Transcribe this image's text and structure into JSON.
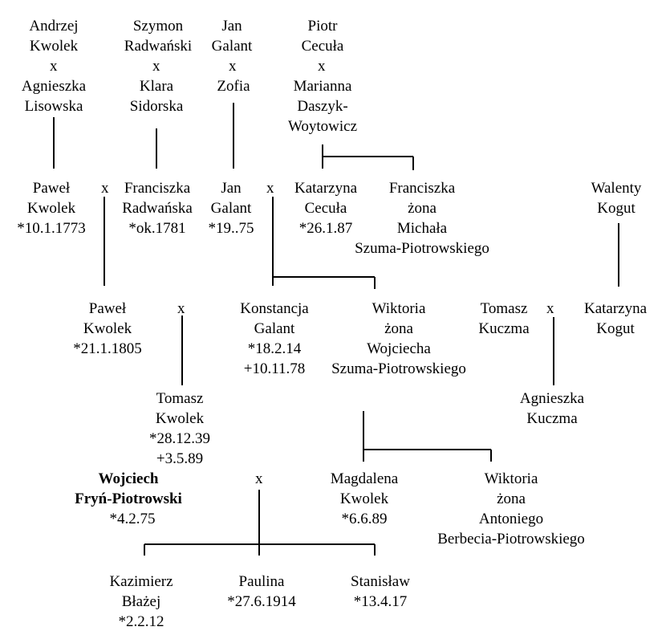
{
  "marriage_symbol": "x",
  "people": [
    {
      "id": "andrzej",
      "lines": [
        "Andrzej",
        "Kwolek"
      ]
    },
    {
      "id": "agnieszka-l",
      "lines": [
        "Agnieszka",
        "Lisowska"
      ]
    },
    {
      "id": "szymon",
      "lines": [
        "Szymon",
        "Radwański"
      ]
    },
    {
      "id": "klara",
      "lines": [
        "Klara",
        "Sidorska"
      ]
    },
    {
      "id": "jan-sr",
      "lines": [
        "Jan",
        "Galant"
      ]
    },
    {
      "id": "zofia",
      "lines": [
        "Zofia"
      ]
    },
    {
      "id": "piotr",
      "lines": [
        "Piotr",
        "Cecuła"
      ]
    },
    {
      "id": "marianna",
      "lines": [
        "Marianna",
        "Daszyk-",
        "Woytowicz"
      ]
    },
    {
      "id": "pawel-1773",
      "lines": [
        "Paweł",
        "Kwolek",
        "*10.1.1773"
      ]
    },
    {
      "id": "franciszka-r",
      "lines": [
        "Franciszka",
        "Radwańska",
        "*ok.1781"
      ]
    },
    {
      "id": "jan-jr",
      "lines": [
        "Jan",
        "Galant",
        "*19..75"
      ]
    },
    {
      "id": "katarzyna-c",
      "lines": [
        "Katarzyna",
        "Cecuła",
        "*26.1.87"
      ]
    },
    {
      "id": "franciszka-c",
      "lines": [
        "Franciszka",
        "żona",
        "Michała",
        "Szuma-Piotrowskiego"
      ]
    },
    {
      "id": "walenty",
      "lines": [
        "Walenty",
        "Kogut"
      ]
    },
    {
      "id": "pawel-1805",
      "lines": [
        "Paweł",
        "Kwolek",
        "*21.1.1805"
      ]
    },
    {
      "id": "konstancja",
      "lines": [
        "Konstancja",
        "Galant",
        "*18.2.14",
        "+10.11.78"
      ]
    },
    {
      "id": "wiktoria-g",
      "lines": [
        "Wiktoria",
        "żona",
        "Wojciecha",
        "Szuma-Piotrowskiego"
      ]
    },
    {
      "id": "tomasz-kuczma",
      "lines": [
        "Tomasz",
        "Kuczma"
      ]
    },
    {
      "id": "katarzyna-k",
      "lines": [
        "Katarzyna",
        "Kogut"
      ]
    },
    {
      "id": "tomasz-kwolek",
      "lines": [
        "Tomasz",
        "Kwolek",
        "*28.12.39",
        "+3.5.89"
      ]
    },
    {
      "id": "agnieszka-k",
      "lines": [
        "Agnieszka",
        "Kuczma"
      ]
    },
    {
      "id": "wojciech",
      "lines": [
        "Wojciech",
        "Fryń-Piotrowski"
      ]
    },
    {
      "id": "wojciech-date",
      "lines": [
        "*4.2.75"
      ]
    },
    {
      "id": "magdalena",
      "lines": [
        "Magdalena",
        "Kwolek",
        "*6.6.89"
      ]
    },
    {
      "id": "wiktoria-k",
      "lines": [
        "Wiktoria",
        "żona",
        "Antoniego",
        "Berbecia-Piotrowskiego"
      ]
    },
    {
      "id": "kazimierz",
      "lines": [
        "Kazimierz",
        "Błażej",
        "*2.2.12"
      ]
    },
    {
      "id": "paulina",
      "lines": [
        "Paulina",
        "*27.6.1914"
      ]
    },
    {
      "id": "stanislaw",
      "lines": [
        "Stanisław",
        "*13.4.17"
      ]
    }
  ]
}
